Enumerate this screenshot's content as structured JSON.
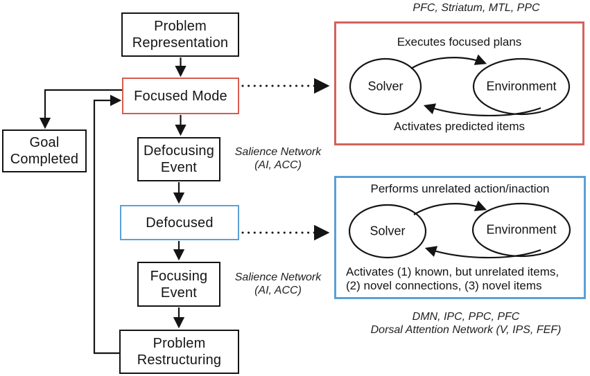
{
  "flow": {
    "problem_representation": "Problem Representation",
    "focused_mode": "Focused Mode",
    "goal_completed": "Goal Completed",
    "defocusing_event": "Defocusing Event",
    "defocused": "Defocused",
    "focusing_event": "Focusing Event",
    "problem_restructuring": "Problem Restructuring"
  },
  "annotations": {
    "focused_regions": "PFC, Striatum, MTL, PPC",
    "salience_network_line1": "Salience Network",
    "salience_network_line2": "(AI, ACC)",
    "defocused_regions_line1": "DMN, IPC, PPC, PFC",
    "defocused_regions_line2": "Dorsal Attention Network (V, IPS, FEF)"
  },
  "focused_panel": {
    "top_caption": "Executes focused plans",
    "solver_label": "Solver",
    "environment_label": "Environment",
    "bottom_caption": "Activates predicted items"
  },
  "defocused_panel": {
    "top_caption": "Performs unrelated action/inaction",
    "solver_label": "Solver",
    "environment_label": "Environment",
    "bottom_caption_line1": "Activates (1) known, but unrelated items,",
    "bottom_caption_line2": "(2) novel connections, (3) novel items"
  },
  "colors": {
    "focused_accent": "#d85a4f",
    "defocused_accent": "#5ba0d6",
    "ink": "#141414"
  }
}
